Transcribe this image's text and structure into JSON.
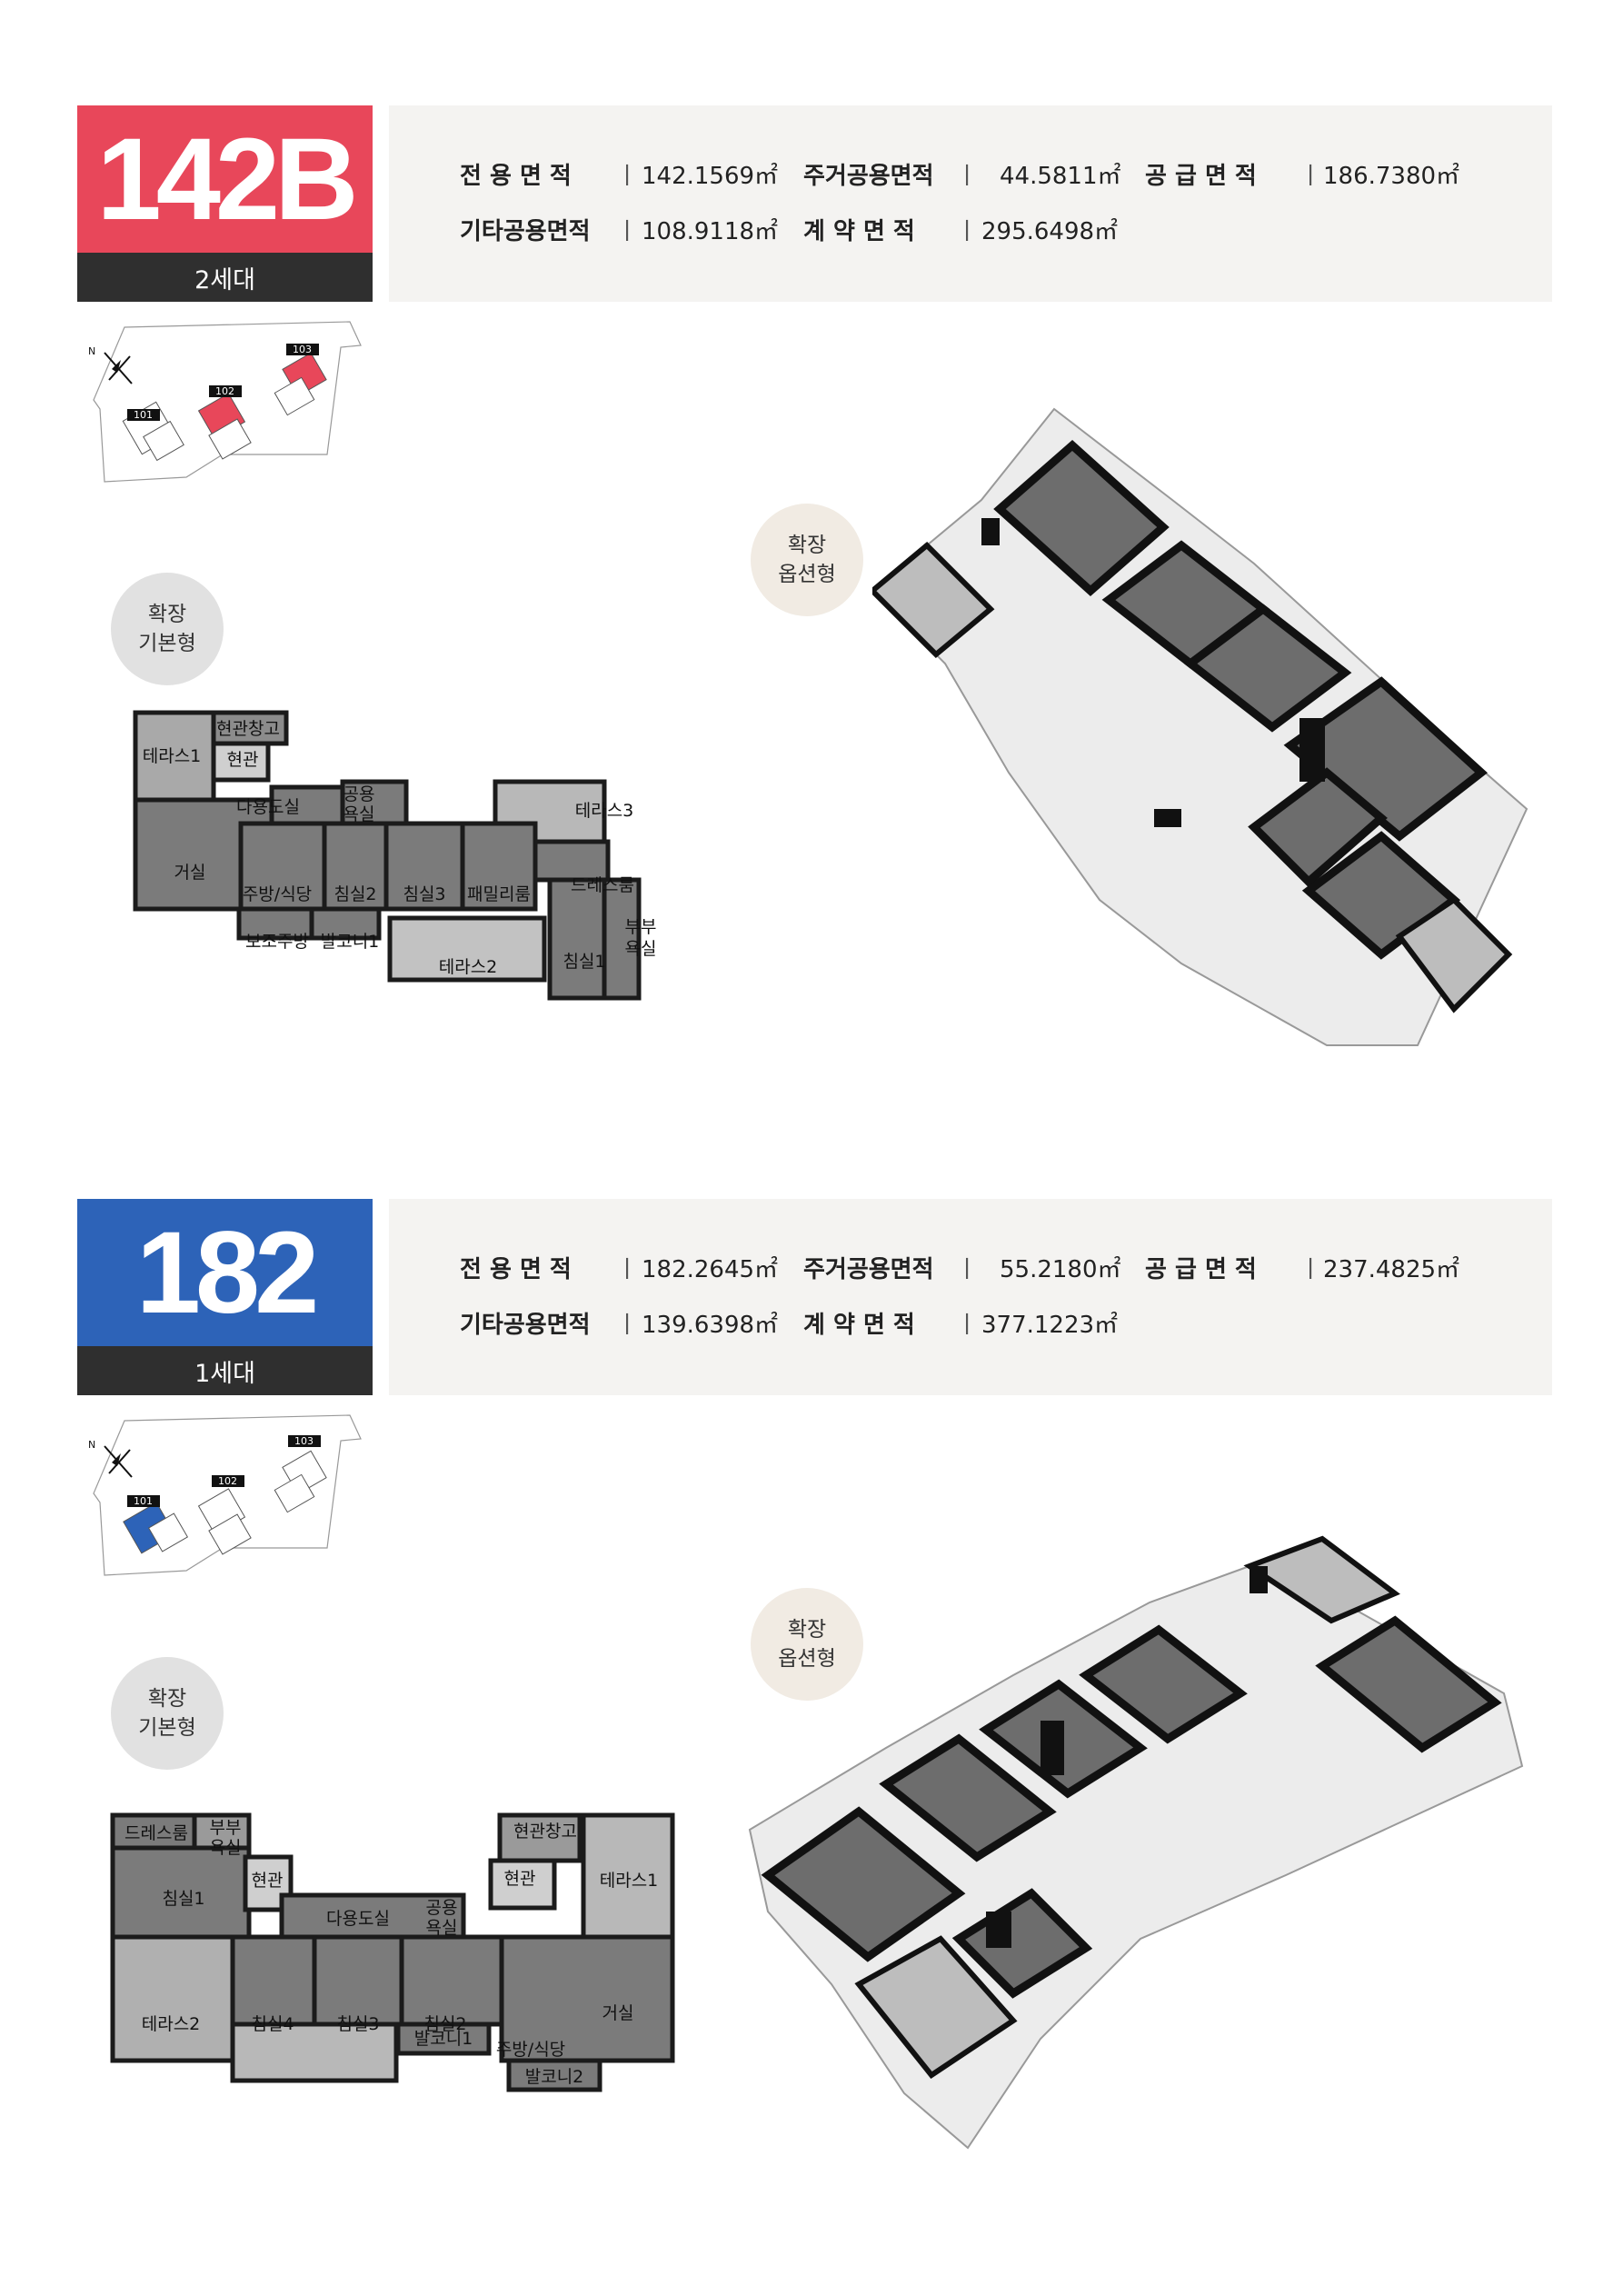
{
  "units": [
    {
      "type": "142B",
      "households": "2세대",
      "accent": "#e8475a",
      "specs": {
        "exclusive_label": "전 용 면 적",
        "exclusive_value": "142.1569㎡",
        "residential_common_label": "주거공용면적",
        "residential_common_value": "44.5811㎡",
        "supply_label": "공 급 면 적",
        "supply_value": "186.7380㎡",
        "other_common_label": "기타공용면적",
        "other_common_value": "108.9118㎡",
        "contract_label": "계 약 면 적",
        "contract_value": "295.6498㎡"
      },
      "buildings": [
        "101",
        "102",
        "103"
      ],
      "basic_badge": [
        "확장",
        "기본형"
      ],
      "option_badge": [
        "확장",
        "옵션형"
      ],
      "rooms": {
        "terrace1": "테라스1",
        "storage": "현관창고",
        "entrance": "현관",
        "utility": "다용도실",
        "common_bath_1": "공용",
        "common_bath_2": "욕실",
        "terrace3": "테라스3",
        "living": "거실",
        "kitchen": "주방/식당",
        "bedroom2": "침실2",
        "bedroom3": "침실3",
        "family": "패밀리룸",
        "dress": "드레스룸",
        "master_bath_1": "부부",
        "master_bath_2": "욕실",
        "sub_kitchen": "보조주방",
        "balcony1": "발코니1",
        "terrace2": "테라스2",
        "bedroom1": "침실1"
      }
    },
    {
      "type": "182",
      "households": "1세대",
      "accent": "#2d63b8",
      "specs": {
        "exclusive_label": "전 용 면 적",
        "exclusive_value": "182.2645㎡",
        "residential_common_label": "주거공용면적",
        "residential_common_value": "55.2180㎡",
        "supply_label": "공 급 면 적",
        "supply_value": "237.4825㎡",
        "other_common_label": "기타공용면적",
        "other_common_value": "139.6398㎡",
        "contract_label": "계 약 면 적",
        "contract_value": "377.1223㎡"
      },
      "buildings": [
        "101",
        "102",
        "103"
      ],
      "basic_badge": [
        "확장",
        "기본형"
      ],
      "option_badge": [
        "확장",
        "옵션형"
      ],
      "rooms": {
        "dress": "드레스룸",
        "master_bath_1": "부부",
        "master_bath_2": "욕실",
        "entrance_a": "현관",
        "bedroom1": "침실1",
        "utility": "다용도실",
        "common_bath_1": "공용",
        "common_bath_2": "욕실",
        "storage": "현관창고",
        "entrance_b": "현관",
        "terrace1": "테라스1",
        "terrace2": "테라스2",
        "bedroom4": "침실4",
        "bedroom3": "침실3",
        "bedroom2": "침실2",
        "living": "거실",
        "kitchen": "주방/식당",
        "balcony1": "발코니1",
        "balcony2": "발코니2"
      }
    }
  ]
}
